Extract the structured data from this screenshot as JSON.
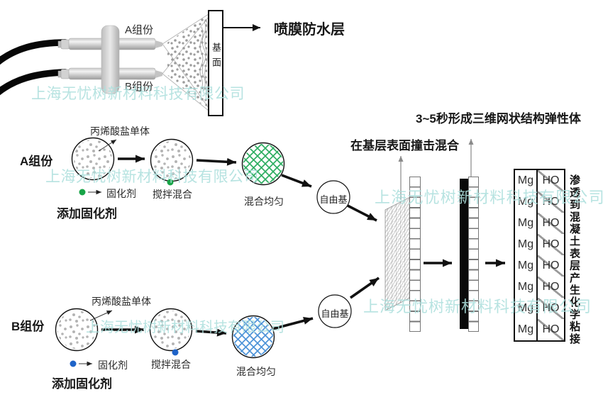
{
  "watermark": {
    "text": "上海无忧树新材料科技有限公司",
    "color": "#aee0dd"
  },
  "sprayer": {
    "label_a": "A组份",
    "label_b": "B组份",
    "substrate": "基面",
    "result": "喷膜防水层"
  },
  "flow_a": {
    "component": "A组份",
    "monomer": "丙烯酸盐单体",
    "curing_agent": "固化剂",
    "add_curing": "添加固化剂",
    "stir": "搅拌混合",
    "mixed": "混合均匀",
    "free_radical": "自由基",
    "dot_color": "#18a447",
    "hatch_color": "#2fae62"
  },
  "flow_b": {
    "component": "B组份",
    "monomer": "丙烯酸盐单体",
    "curing_agent": "固化剂",
    "add_curing": "添加固化剂",
    "stir": "搅拌混合",
    "mixed": "混合均匀",
    "free_radical": "自由基",
    "dot_color": "#1e63c8",
    "hatch_color": "#4d93d8"
  },
  "process": {
    "impact": "在基层表面撞击混合",
    "elastomer": "3~5秒形成三维网状结构弹性体",
    "penetration": "渗透到混凝土表层产生化学粘接"
  },
  "bond_table": {
    "rows": [
      {
        "left": "Mg",
        "right": "HO"
      },
      {
        "left": "Mg",
        "right": "HO"
      },
      {
        "left": "Mg",
        "right": "HO"
      },
      {
        "left": "Mg",
        "right": "HO"
      },
      {
        "left": "Mg",
        "right": "HO"
      },
      {
        "left": "Mg",
        "right": "HO"
      },
      {
        "left": "Mg",
        "right": "HO"
      },
      {
        "left": "Mg",
        "right": "HO"
      }
    ]
  }
}
